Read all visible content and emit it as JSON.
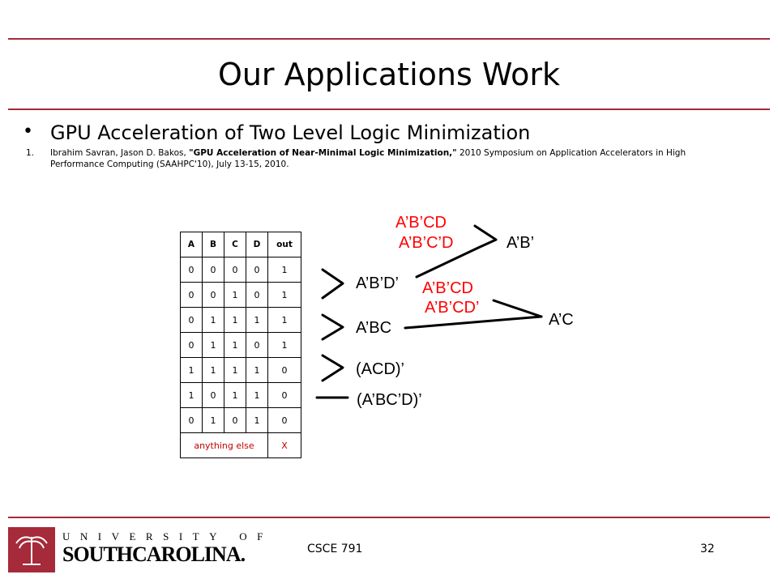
{
  "slide": {
    "title": "Our Applications Work",
    "bullet": "GPU Acceleration of Two Level Logic Minimization",
    "reference": {
      "number": "1.",
      "authors": "Ibrahim Savran, Jason D. Bakos, ",
      "paper_title": "\"GPU Acceleration of Near-Minimal Logic Minimization,\"",
      "venue": " 2010 Symposium on Application Accelerators in High Performance Computing (SAAHPC'10), July 13-15, 2010."
    }
  },
  "truth_table": {
    "headers": [
      "A",
      "B",
      "C",
      "D",
      "out"
    ],
    "rows": [
      [
        "0",
        "0",
        "0",
        "0",
        "1"
      ],
      [
        "0",
        "0",
        "1",
        "0",
        "1"
      ],
      [
        "0",
        "1",
        "1",
        "1",
        "1"
      ],
      [
        "0",
        "1",
        "1",
        "0",
        "1"
      ],
      [
        "1",
        "1",
        "1",
        "1",
        "0"
      ],
      [
        "1",
        "0",
        "1",
        "1",
        "0"
      ],
      [
        "0",
        "1",
        "0",
        "1",
        "0"
      ]
    ],
    "footer": {
      "label": "anything else",
      "value": "X"
    }
  },
  "diagram": {
    "terms": {
      "t1": "A’B’D’",
      "t2": "A’BC",
      "t3": "(ACD)’",
      "t4": "(A’BC’D)’",
      "r1": "A’B’CD",
      "r2": "A’B’C’D",
      "r3": "A’B’CD",
      "r4": "A’B’CD’",
      "res1": "A’B’",
      "res2": "A’C"
    },
    "colors": {
      "accent_red": "#ff0000",
      "rule": "#a52a3a"
    }
  },
  "footer": {
    "course": "CSCE 791",
    "page": "32",
    "logo_top": "UNIVERSITY OF",
    "logo_bottom": "SOUTHCAROLINA."
  }
}
